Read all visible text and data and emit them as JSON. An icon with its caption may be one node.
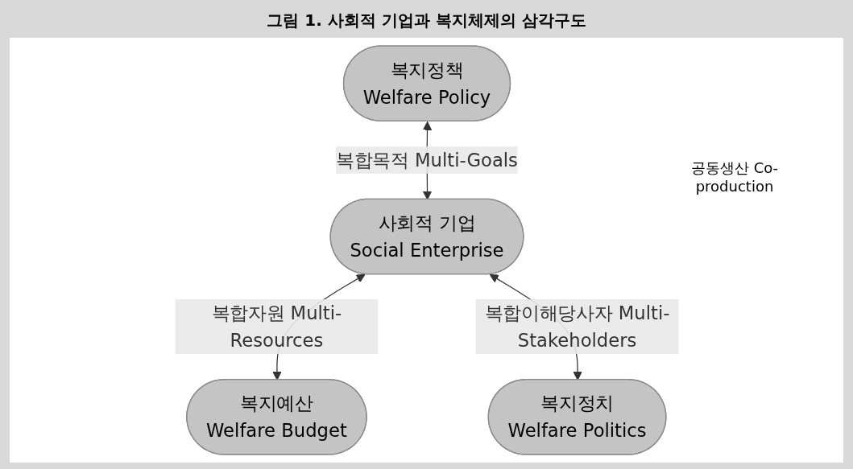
{
  "diagram": {
    "title": "그림 1. 사회적 기업과 복지체제의 삼각구도",
    "nodes": [
      {
        "text": [
          "복지정책",
          "Welfare Policy"
        ]
      },
      {
        "text": [
          "사회적 기업",
          "Social Enterprise"
        ]
      },
      {
        "text": [
          "복지예산",
          "Welfare Budget"
        ]
      },
      {
        "text": [
          "복지정치",
          "Welfare Politics"
        ]
      }
    ],
    "edges": [
      {
        "from": 0,
        "to": 1,
        "arrow": "both",
        "label": "복합목적 Multi-Goals"
      },
      {
        "from": 1,
        "to": 2,
        "arrow": "both",
        "label": "복합자원 Multi-Resources"
      },
      {
        "from": 1,
        "to": 3,
        "arrow": "both",
        "label": "복합이해당사자 Multi-Stakeholders"
      }
    ],
    "labels": [
      "공동생산 Co-production"
    ]
  }
}
